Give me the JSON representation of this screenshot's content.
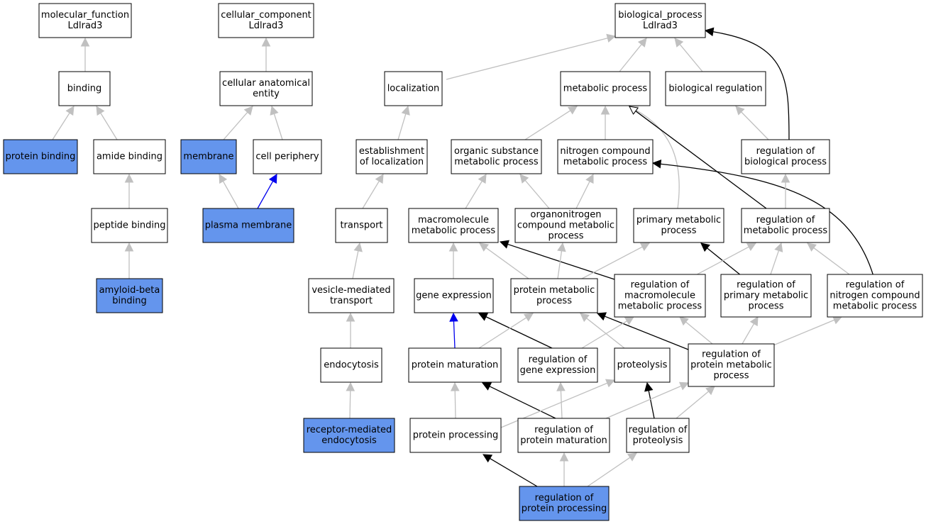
{
  "colors": {
    "highlight": "#6495ed",
    "normal": "#ffffff",
    "is_a": "#c0c0c0",
    "regulates": "#000000",
    "part_of": "#0000ee"
  },
  "nodes": [
    {
      "id": "mf",
      "lines": [
        "molecular_function",
        "Ldlrad3"
      ],
      "highlight": false
    },
    {
      "id": "binding",
      "lines": [
        "binding"
      ],
      "highlight": false
    },
    {
      "id": "protein_binding",
      "lines": [
        "protein binding"
      ],
      "highlight": true
    },
    {
      "id": "amide_binding",
      "lines": [
        "amide binding"
      ],
      "highlight": false
    },
    {
      "id": "peptide_binding",
      "lines": [
        "peptide binding"
      ],
      "highlight": false
    },
    {
      "id": "amyloid_beta_binding",
      "lines": [
        "amyloid-beta",
        "binding"
      ],
      "highlight": true
    },
    {
      "id": "cc",
      "lines": [
        "cellular_component",
        "Ldlrad3"
      ],
      "highlight": false
    },
    {
      "id": "cae",
      "lines": [
        "cellular anatomical",
        "entity"
      ],
      "highlight": false
    },
    {
      "id": "membrane",
      "lines": [
        "membrane"
      ],
      "highlight": true
    },
    {
      "id": "cell_periphery",
      "lines": [
        "cell periphery"
      ],
      "highlight": false
    },
    {
      "id": "plasma_membrane",
      "lines": [
        "plasma membrane"
      ],
      "highlight": true
    },
    {
      "id": "bp",
      "lines": [
        "biological_process",
        "Ldlrad3"
      ],
      "highlight": false
    },
    {
      "id": "localization",
      "lines": [
        "localization"
      ],
      "highlight": false
    },
    {
      "id": "est_loc",
      "lines": [
        "establishment",
        "of localization"
      ],
      "highlight": false
    },
    {
      "id": "transport",
      "lines": [
        "transport"
      ],
      "highlight": false
    },
    {
      "id": "ves_transport",
      "lines": [
        "vesicle-mediated",
        "transport"
      ],
      "highlight": false
    },
    {
      "id": "endocytosis",
      "lines": [
        "endocytosis"
      ],
      "highlight": false
    },
    {
      "id": "rme",
      "lines": [
        "receptor-mediated",
        "endocytosis"
      ],
      "highlight": true
    },
    {
      "id": "metabolic",
      "lines": [
        "metabolic process"
      ],
      "highlight": false
    },
    {
      "id": "bio_reg",
      "lines": [
        "biological regulation"
      ],
      "highlight": false
    },
    {
      "id": "org_sub",
      "lines": [
        "organic substance",
        "metabolic process"
      ],
      "highlight": false
    },
    {
      "id": "nitro",
      "lines": [
        "nitrogen compound",
        "metabolic process"
      ],
      "highlight": false
    },
    {
      "id": "reg_bio",
      "lines": [
        "regulation of",
        "biological process"
      ],
      "highlight": false
    },
    {
      "id": "macro",
      "lines": [
        "macromolecule",
        "metabolic process"
      ],
      "highlight": false
    },
    {
      "id": "organonitro",
      "lines": [
        "organonitrogen",
        "compound metabolic",
        "process"
      ],
      "highlight": false
    },
    {
      "id": "primary",
      "lines": [
        "primary metabolic",
        "process"
      ],
      "highlight": false
    },
    {
      "id": "reg_met",
      "lines": [
        "regulation of",
        "metabolic process"
      ],
      "highlight": false
    },
    {
      "id": "gene_expr",
      "lines": [
        "gene expression"
      ],
      "highlight": false
    },
    {
      "id": "prot_met",
      "lines": [
        "protein metabolic",
        "process"
      ],
      "highlight": false
    },
    {
      "id": "reg_macro",
      "lines": [
        "regulation of",
        "macromolecule",
        "metabolic process"
      ],
      "highlight": false
    },
    {
      "id": "reg_primary",
      "lines": [
        "regulation of",
        "primary metabolic",
        "process"
      ],
      "highlight": false
    },
    {
      "id": "reg_nitro",
      "lines": [
        "regulation of",
        "nitrogen compound",
        "metabolic process"
      ],
      "highlight": false
    },
    {
      "id": "prot_mat",
      "lines": [
        "protein maturation"
      ],
      "highlight": false
    },
    {
      "id": "reg_gene",
      "lines": [
        "regulation of",
        "gene expression"
      ],
      "highlight": false
    },
    {
      "id": "proteolysis",
      "lines": [
        "proteolysis"
      ],
      "highlight": false
    },
    {
      "id": "reg_prot_met",
      "lines": [
        "regulation of",
        "protein metabolic",
        "process"
      ],
      "highlight": false
    },
    {
      "id": "prot_proc",
      "lines": [
        "protein processing"
      ],
      "highlight": false
    },
    {
      "id": "reg_prot_mat",
      "lines": [
        "regulation of",
        "protein maturation"
      ],
      "highlight": false
    },
    {
      "id": "reg_proteolysis",
      "lines": [
        "regulation of",
        "proteolysis"
      ],
      "highlight": false
    },
    {
      "id": "reg_prot_proc",
      "lines": [
        "regulation of",
        "protein processing"
      ],
      "highlight": true
    }
  ],
  "edges": [
    {
      "from": "binding",
      "to": "mf",
      "type": "is_a"
    },
    {
      "from": "protein_binding",
      "to": "binding",
      "type": "is_a"
    },
    {
      "from": "amide_binding",
      "to": "binding",
      "type": "is_a"
    },
    {
      "from": "peptide_binding",
      "to": "amide_binding",
      "type": "is_a"
    },
    {
      "from": "amyloid_beta_binding",
      "to": "peptide_binding",
      "type": "is_a"
    },
    {
      "from": "cae",
      "to": "cc",
      "type": "is_a"
    },
    {
      "from": "membrane",
      "to": "cae",
      "type": "is_a"
    },
    {
      "from": "cell_periphery",
      "to": "cae",
      "type": "is_a"
    },
    {
      "from": "plasma_membrane",
      "to": "membrane",
      "type": "is_a"
    },
    {
      "from": "plasma_membrane",
      "to": "cell_periphery",
      "type": "part_of"
    },
    {
      "from": "localization",
      "to": "bp",
      "type": "is_a"
    },
    {
      "from": "metabolic",
      "to": "bp",
      "type": "is_a"
    },
    {
      "from": "bio_reg",
      "to": "bp",
      "type": "is_a"
    },
    {
      "from": "reg_bio",
      "to": "bp",
      "type": "regulates"
    },
    {
      "from": "est_loc",
      "to": "localization",
      "type": "is_a"
    },
    {
      "from": "transport",
      "to": "est_loc",
      "type": "is_a"
    },
    {
      "from": "ves_transport",
      "to": "transport",
      "type": "is_a"
    },
    {
      "from": "endocytosis",
      "to": "ves_transport",
      "type": "is_a"
    },
    {
      "from": "rme",
      "to": "endocytosis",
      "type": "is_a"
    },
    {
      "from": "org_sub",
      "to": "metabolic",
      "type": "is_a"
    },
    {
      "from": "nitro",
      "to": "metabolic",
      "type": "is_a"
    },
    {
      "from": "primary",
      "to": "metabolic",
      "type": "is_a"
    },
    {
      "from": "reg_met",
      "to": "metabolic",
      "type": "regulates"
    },
    {
      "from": "reg_bio",
      "to": "bio_reg",
      "type": "is_a"
    },
    {
      "from": "macro",
      "to": "org_sub",
      "type": "is_a"
    },
    {
      "from": "organonitro",
      "to": "org_sub",
      "type": "is_a"
    },
    {
      "from": "organonitro",
      "to": "nitro",
      "type": "is_a"
    },
    {
      "from": "reg_nitro",
      "to": "nitro",
      "type": "regulates"
    },
    {
      "from": "reg_met",
      "to": "reg_bio",
      "type": "is_a"
    },
    {
      "from": "gene_expr",
      "to": "macro",
      "type": "is_a"
    },
    {
      "from": "prot_met",
      "to": "macro",
      "type": "is_a"
    },
    {
      "from": "reg_macro",
      "to": "macro",
      "type": "regulates"
    },
    {
      "from": "prot_met",
      "to": "organonitro",
      "type": "is_a"
    },
    {
      "from": "prot_met",
      "to": "primary",
      "type": "is_a"
    },
    {
      "from": "reg_primary",
      "to": "primary",
      "type": "regulates"
    },
    {
      "from": "reg_macro",
      "to": "reg_met",
      "type": "is_a"
    },
    {
      "from": "reg_primary",
      "to": "reg_met",
      "type": "is_a"
    },
    {
      "from": "reg_nitro",
      "to": "reg_met",
      "type": "is_a"
    },
    {
      "from": "prot_mat",
      "to": "gene_expr",
      "type": "part_of"
    },
    {
      "from": "reg_gene",
      "to": "gene_expr",
      "type": "regulates"
    },
    {
      "from": "prot_mat",
      "to": "prot_met",
      "type": "is_a"
    },
    {
      "from": "proteolysis",
      "to": "prot_met",
      "type": "is_a"
    },
    {
      "from": "reg_prot_met",
      "to": "prot_met",
      "type": "regulates"
    },
    {
      "from": "reg_gene",
      "to": "reg_macro",
      "type": "is_a"
    },
    {
      "from": "reg_prot_met",
      "to": "reg_macro",
      "type": "is_a"
    },
    {
      "from": "reg_prot_met",
      "to": "reg_primary",
      "type": "is_a"
    },
    {
      "from": "reg_prot_met",
      "to": "reg_nitro",
      "type": "is_a"
    },
    {
      "from": "prot_proc",
      "to": "prot_mat",
      "type": "is_a"
    },
    {
      "from": "reg_prot_mat",
      "to": "prot_mat",
      "type": "regulates"
    },
    {
      "from": "reg_prot_mat",
      "to": "reg_gene",
      "type": "is_a"
    },
    {
      "from": "prot_proc",
      "to": "proteolysis",
      "type": "is_a"
    },
    {
      "from": "reg_proteolysis",
      "to": "proteolysis",
      "type": "regulates"
    },
    {
      "from": "reg_prot_mat",
      "to": "reg_prot_met",
      "type": "is_a"
    },
    {
      "from": "reg_proteolysis",
      "to": "reg_prot_met",
      "type": "is_a"
    },
    {
      "from": "reg_prot_proc",
      "to": "prot_proc",
      "type": "regulates"
    },
    {
      "from": "reg_prot_proc",
      "to": "reg_prot_mat",
      "type": "is_a"
    },
    {
      "from": "reg_prot_proc",
      "to": "reg_proteolysis",
      "type": "is_a"
    }
  ]
}
